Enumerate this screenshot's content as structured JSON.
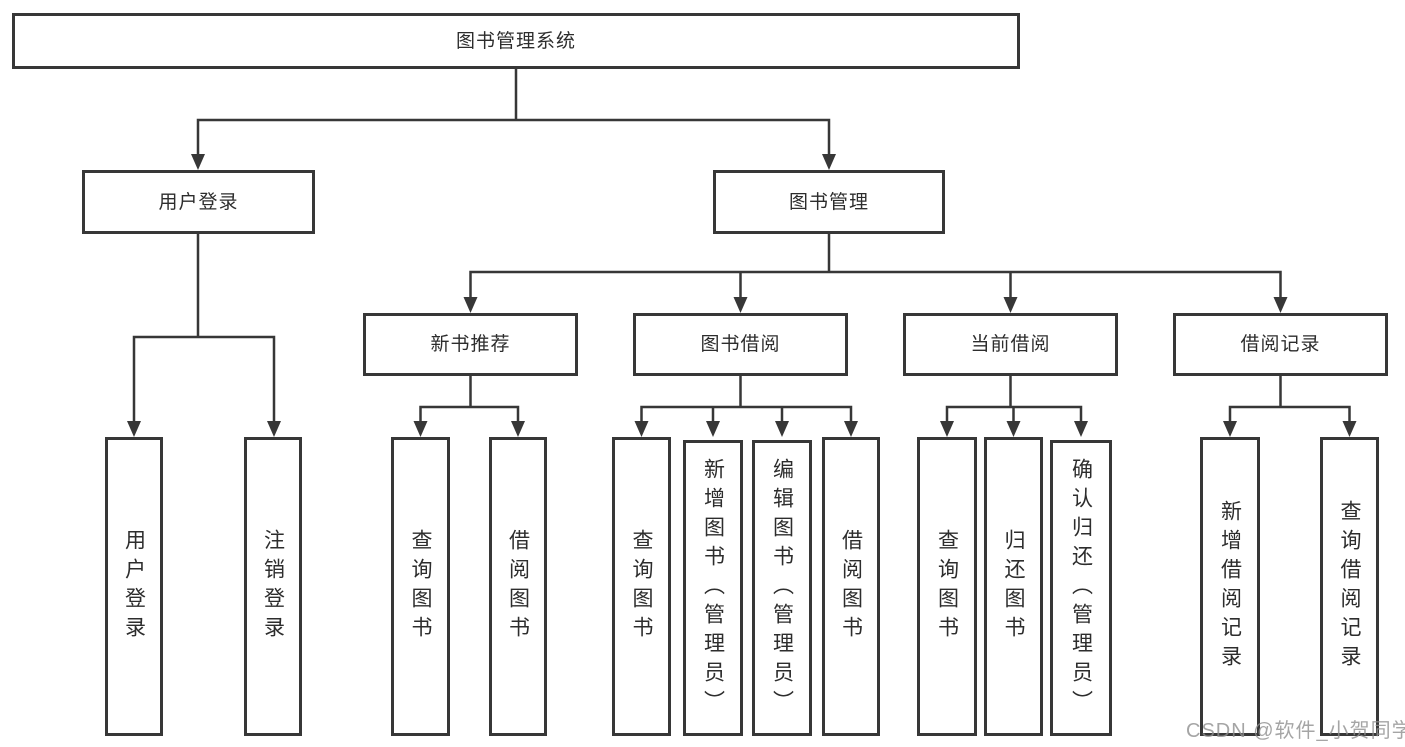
{
  "tree": {
    "label": "图书管理系统",
    "children": [
      {
        "label": "用户登录",
        "children": [
          {
            "label": "用户登录"
          },
          {
            "label": "注销登录"
          }
        ]
      },
      {
        "label": "图书管理",
        "children": [
          {
            "label": "新书推荐",
            "children": [
              {
                "label": "查询图书"
              },
              {
                "label": "借阅图书"
              }
            ]
          },
          {
            "label": "图书借阅",
            "children": [
              {
                "label": "查询图书"
              },
              {
                "label": "新增图书（管理员）"
              },
              {
                "label": "编辑图书（管理员）"
              },
              {
                "label": "借阅图书"
              }
            ]
          },
          {
            "label": "当前借阅",
            "children": [
              {
                "label": "查询图书"
              },
              {
                "label": "归还图书"
              },
              {
                "label": "确认归还（管理员）"
              }
            ]
          },
          {
            "label": "借阅记录",
            "children": [
              {
                "label": "新增借阅记录"
              },
              {
                "label": "查询借阅记录"
              }
            ]
          }
        ]
      }
    ]
  },
  "watermark": {
    "text": "CSDN @软件_小贺同学"
  },
  "colors": {
    "line": "#373737",
    "text": "#2d2d2d",
    "background": "#ffffff",
    "watermark": "#8f8f8f"
  }
}
